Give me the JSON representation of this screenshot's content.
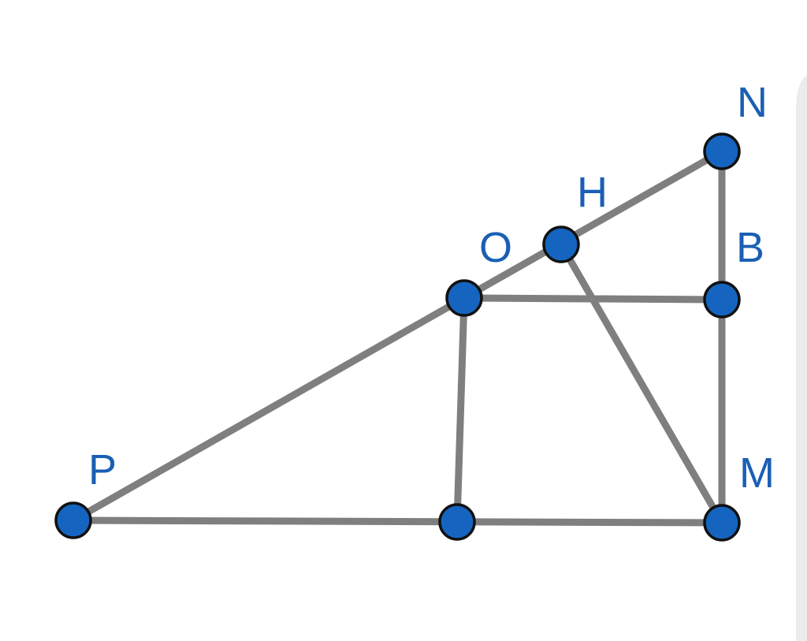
{
  "colors": {
    "segment": "#7f7f7f",
    "point_fill": "#1565c0",
    "point_stroke": "#111111",
    "label": "#1a5fb4",
    "background": "#ffffff"
  },
  "labels": {
    "N": "N",
    "H": "H",
    "O": "O",
    "B": "B",
    "P": "P",
    "M": "M"
  },
  "points": [
    {
      "id": "N",
      "label": "N"
    },
    {
      "id": "H",
      "label": "H"
    },
    {
      "id": "O",
      "label": "O"
    },
    {
      "id": "B",
      "label": "B"
    },
    {
      "id": "P",
      "label": "P"
    },
    {
      "id": "Q",
      "label": ""
    },
    {
      "id": "M",
      "label": "M"
    }
  ],
  "segments": [
    [
      "P",
      "N"
    ],
    [
      "P",
      "M"
    ],
    [
      "O",
      "B"
    ],
    [
      "O",
      "Q"
    ],
    [
      "N",
      "M"
    ],
    [
      "H",
      "M"
    ]
  ]
}
